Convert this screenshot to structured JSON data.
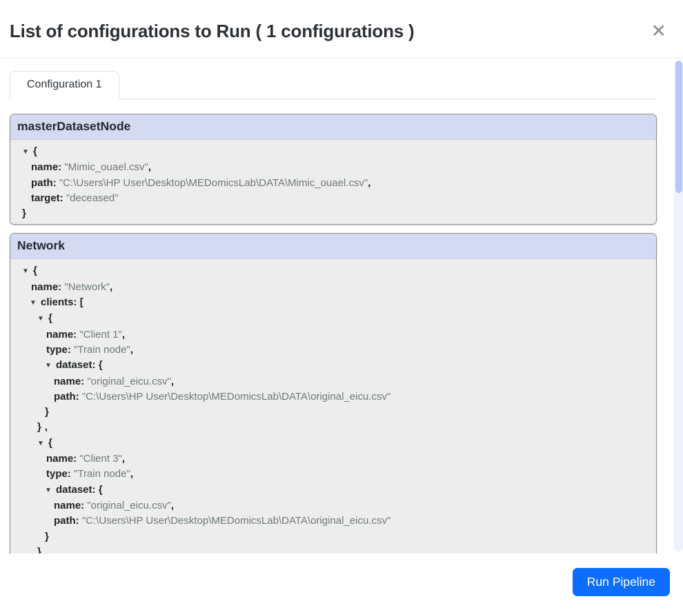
{
  "modal": {
    "title": "List of configurations to Run ( 1 configurations )",
    "close_icon": "✕"
  },
  "tabs": [
    {
      "label": "Configuration 1",
      "active": true
    }
  ],
  "panels": [
    {
      "title": "masterDatasetNode",
      "tree": {
        "name": "Mimic_ouael.csv",
        "path": "C:\\Users\\HP User\\Desktop\\MEDomicsLab\\DATA\\Mimic_ouael.csv",
        "target": "deceased"
      }
    },
    {
      "title": "Network",
      "tree": {
        "name": "Network",
        "clients": [
          {
            "name": "Client 1",
            "type": "Train node",
            "dataset": {
              "name": "original_eicu.csv",
              "path": "C:\\Users\\HP User\\Desktop\\MEDomicsLab\\DATA\\original_eicu.csv"
            }
          },
          {
            "name": "Client 3",
            "type": "Train node",
            "dataset": {
              "name": "original_eicu.csv",
              "path": "C:\\Users\\HP User\\Desktop\\MEDomicsLab\\DATA\\original_eicu.csv"
            }
          },
          {}
        ]
      }
    }
  ],
  "footer": {
    "run_button_label": "Run Pipeline"
  },
  "colors": {
    "accent_blue": "#0d6efd",
    "panel_header_bg": "#d5daf3",
    "panel_body_bg": "#ededed",
    "json_value_text": "#6e7b72",
    "scrollbar_thumb": "#b5c8f8",
    "scrollbar_track": "#edf2fd"
  }
}
